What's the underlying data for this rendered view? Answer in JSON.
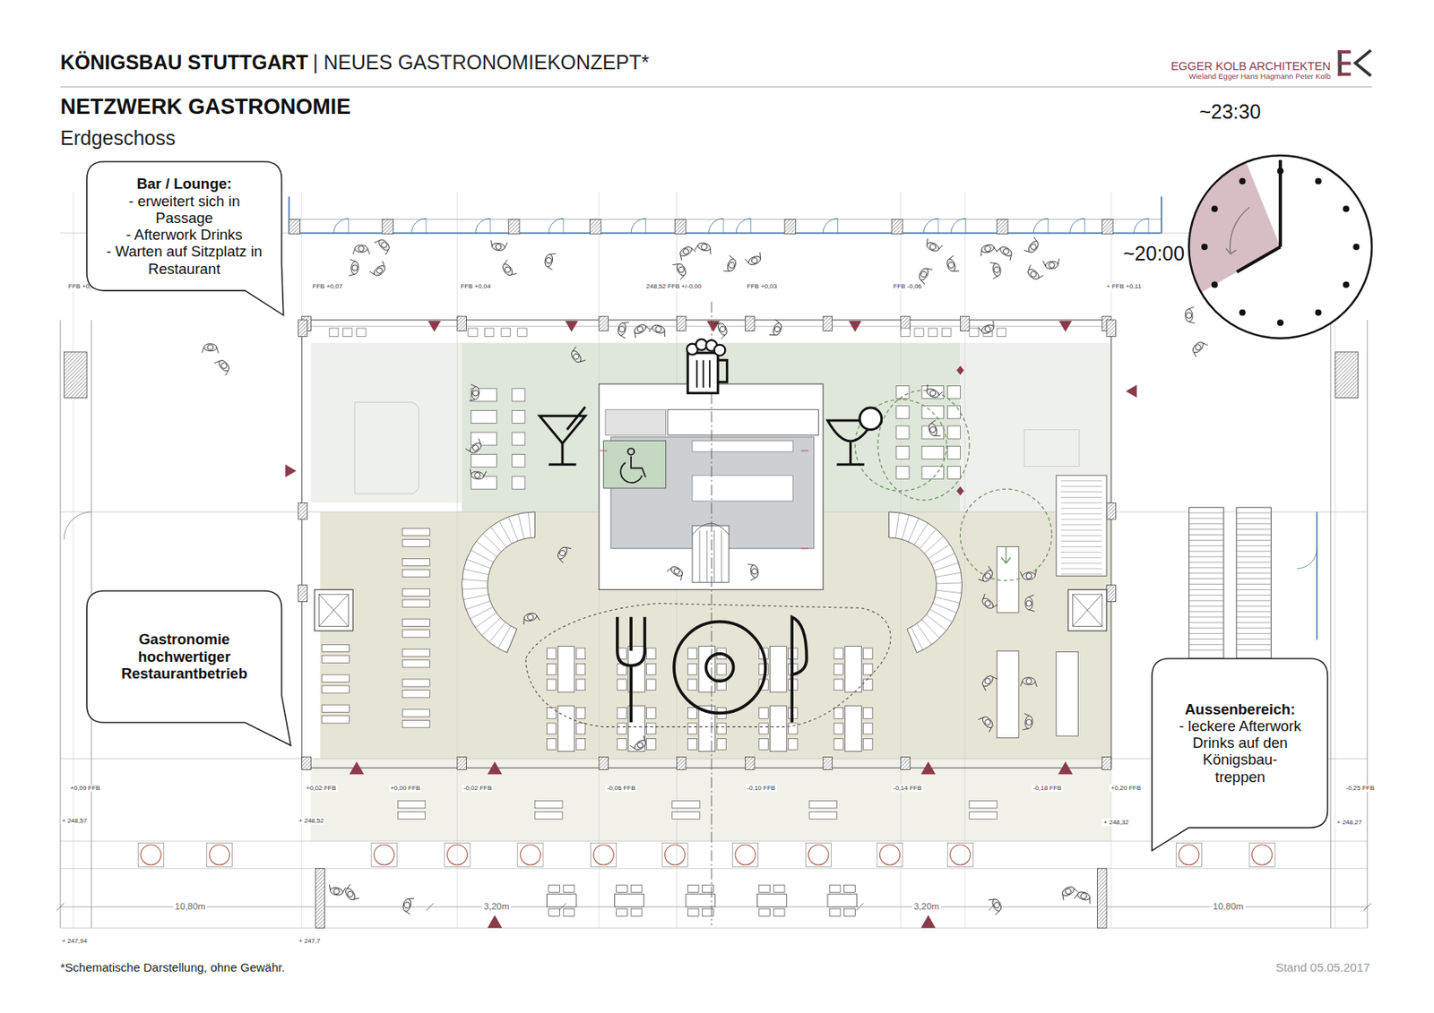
{
  "diagram": {
    "title": "KÖNIGSBAU STUTTGART",
    "nodes": [
      {
        "text": [
          "Bar / Lounge:",
          "- erweitert sich in Passage",
          "- Afterwork Drinks",
          "- Warten auf Sitzplatz in Restaurant"
        ]
      },
      {
        "text": [
          "Gastronomie hochwertiger Restaurantbetrieb"
        ]
      },
      {
        "text": [
          "Aussenbereich:",
          "- leckere Afterwork Drinks auf den Königsbau- treppen"
        ]
      }
    ],
    "edges": [],
    "labels": [
      "| NEUES GASTRONOMIEKONZEPT*",
      "EGGER KOLB ARCHITEKTEN",
      "Wieland Egger Hans Hagmann Peter Kolb",
      "NETZWERK GASTRONOMIE",
      "Erdgeschoss",
      "~23:30",
      "~20:00",
      "FFB +0,14",
      "FFB +0,07",
      "FFB +0,04",
      "248,52 FFB +/-0,00",
      "FFB +0,03",
      "FFB -0,06",
      "+ FFB +0,11",
      "+0,09 FFB",
      "+0,02 FFB",
      "+0,00 FFB",
      "-0,02 FFB",
      "-0,06 FFB",
      "-0,10 FFB",
      "-0,14 FFB",
      "-0,18 FFB",
      "+0,20 FFB",
      "-0,25 FFB",
      "+ 248,57",
      "+ 248,52",
      "+ 248,32",
      "+ 248,27",
      "+ 247,94",
      "+ 247,7",
      "10,80m",
      "3,20m",
      "3,20m",
      "10,80m",
      "*Schematische Darstellung, ohne Gewähr.",
      "Stand 05.05.2017"
    ]
  }
}
